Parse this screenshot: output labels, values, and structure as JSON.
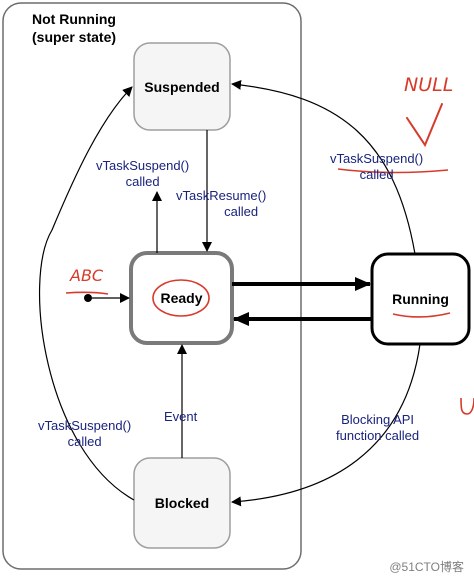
{
  "super_state": {
    "line1": "Not Running",
    "line2": "(super state)"
  },
  "states": {
    "suspended": "Suspended",
    "ready": "Ready",
    "running": "Running",
    "blocked": "Blocked"
  },
  "transitions": {
    "ready_to_suspended": [
      "vTaskSuspend()",
      "called"
    ],
    "suspended_to_ready": [
      "vTaskResume()",
      "called"
    ],
    "running_to_suspended": [
      "vTaskSuspend()",
      "called"
    ],
    "blocked_to_suspended": [
      "vTaskSuspend()",
      "called"
    ],
    "blocked_to_ready": "Event",
    "running_to_blocked": [
      "Blocking API",
      "function called"
    ]
  },
  "annotations": {
    "abc": "ABC",
    "null": "NULL"
  },
  "watermark": "@51CTO博客",
  "colors": {
    "label_text": "#1a237e",
    "annotation": "#d73a2a",
    "super_border": "#6d6d6d",
    "box_border": "#9e9e9e",
    "highlight_border": "#000000"
  }
}
